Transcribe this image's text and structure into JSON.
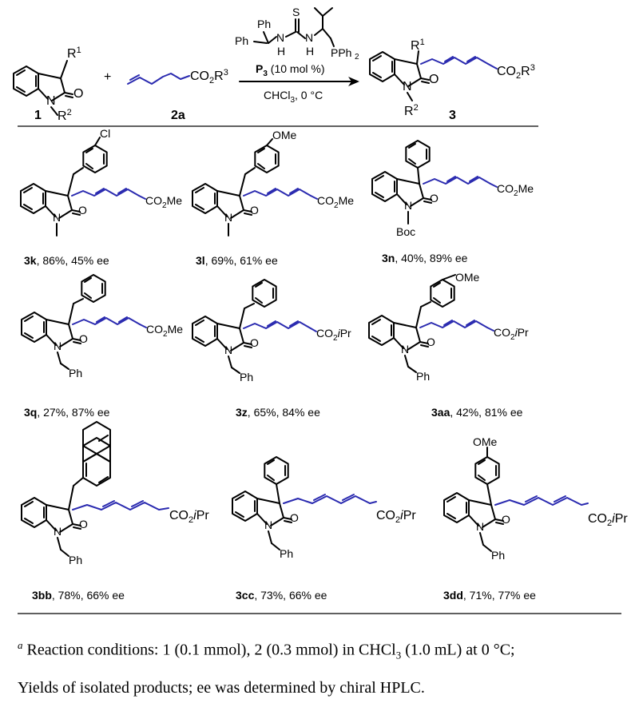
{
  "scheme": {
    "reactant1": {
      "label": "1",
      "substituents": {
        "r1": "R",
        "r1_sup": "1",
        "o": "O",
        "n": "N",
        "r2": "R",
        "r2_sup": "2"
      }
    },
    "plus": "+",
    "reactant2": {
      "label": "2a",
      "ester": "CO",
      "ester_sub": "2",
      "ester_r": "R",
      "ester_sup": "3"
    },
    "catalyst": {
      "groups": {
        "ph1": "Ph",
        "ph2": "Ph",
        "s": "S",
        "nh1": "N",
        "h1": "H",
        "nh2": "N",
        "h2": "H",
        "pph2": "PPh",
        "pph2_sub": "2"
      },
      "loading_name": "P",
      "loading_sub": "3",
      "loading_amount": " (10 mol %)",
      "solvent_main": "CHCl",
      "solvent_sub": "3",
      "solvent_rest": ", 0 °C"
    },
    "product": {
      "label": "3",
      "r1": "R",
      "r1_sup": "1",
      "o": "O",
      "n": "N",
      "r2": "R",
      "r2_sup": "2",
      "ester": "CO",
      "ester_sub": "2",
      "ester_r": "R",
      "ester_sup": "3"
    }
  },
  "compounds": [
    {
      "id": "3k",
      "rest": ", 86%, 45% ee",
      "aryl_sub": "Cl",
      "n_sub": "",
      "ester": "CO2Me"
    },
    {
      "id": "3l",
      "rest": ", 69%, 61% ee",
      "aryl_sub": "OMe",
      "n_sub": "",
      "ester": "CO2Me"
    },
    {
      "id": "3n",
      "rest": ", 40%, 89% ee",
      "aryl_sub": "",
      "n_sub": "Boc",
      "ester": "CO2Me"
    },
    {
      "id": "3q",
      "rest": ", 27%, 87% ee",
      "aryl_sub": "",
      "n_sub": "Ph",
      "ester": "CO2Me"
    },
    {
      "id": "3z",
      "rest": ", 65%, 84% ee",
      "aryl_sub": "",
      "n_sub": "Ph",
      "ester": "CO2iPr"
    },
    {
      "id": "3aa",
      "rest": ", 42%, 81% ee",
      "aryl_sub": "OMe",
      "n_sub": "Ph",
      "ester": "CO2iPr"
    },
    {
      "id": "3bb",
      "rest": ", 78%, 66% ee",
      "aryl_sub": "",
      "n_sub": "Ph",
      "ester": "CO2iPr"
    },
    {
      "id": "3cc",
      "rest": ", 73%, 66% ee",
      "aryl_sub": "",
      "n_sub": "Ph",
      "ester": "CO2iPr"
    },
    {
      "id": "3dd",
      "rest": ", 71%, 77% ee",
      "aryl_sub": "OMe",
      "n_sub": "Ph",
      "ester": "CO2iPr"
    }
  ],
  "colors": {
    "chain": "#2b2bb0",
    "text": "#000000"
  },
  "footnote": {
    "marker": "a",
    "line1_a": " Reaction conditions: 1 (0.1 mmol), 2 (0.3 mmol) in CHCl",
    "line1_sub": "3",
    "line1_b": " (1.0 mL) at 0 °C;",
    "line2": "Yields of isolated products; ee was determined by chiral HPLC."
  }
}
